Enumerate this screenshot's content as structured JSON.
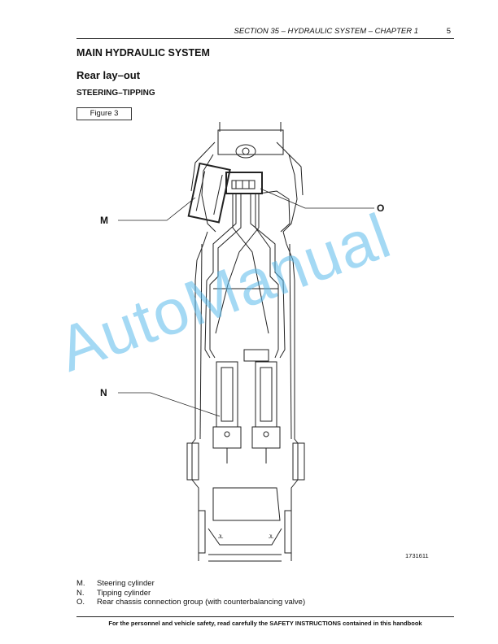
{
  "header": {
    "section": "SECTION 35 – HYDRAULIC SYSTEM – CHAPTER 1",
    "page": "5"
  },
  "headings": {
    "main": "MAIN HYDRAULIC SYSTEM",
    "sub": "Rear lay–out",
    "sub2": "STEERING–TIPPING"
  },
  "figure": {
    "label": "Figure 3",
    "number": "1731611",
    "callouts": {
      "m": "M",
      "n": "N",
      "o": "O"
    }
  },
  "watermark": "AutoManual",
  "legend": [
    {
      "key": "M.",
      "text": "Steering cylinder"
    },
    {
      "key": "N.",
      "text": "Tipping cylinder"
    },
    {
      "key": "O.",
      "text": "Rear chassis connection group (with counterbalancing valve)"
    }
  ],
  "footer": "For the personnel and vehicle safety, read carefully the SAFETY INSTRUCTIONS contained in this handbook"
}
